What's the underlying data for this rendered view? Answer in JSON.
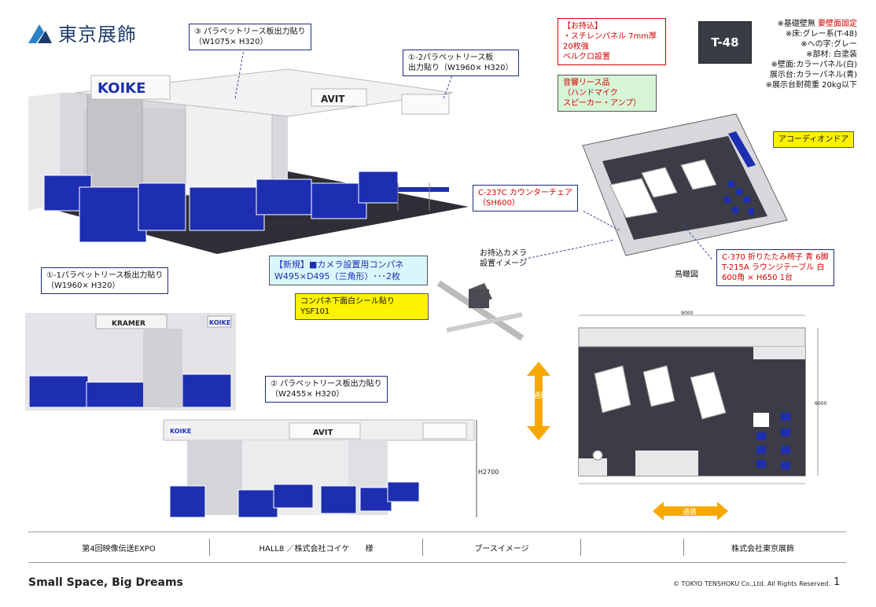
{
  "logo": {
    "text": "東京展飾"
  },
  "callouts": {
    "parapet3": {
      "title": "③ パラペットリース板出力貼り",
      "size": "（W1075× H320）"
    },
    "parapet1_2": {
      "title": "①-2パラペットリース板",
      "size": "出力貼り（W1960× H320）"
    },
    "parapet1_1": {
      "title": "①-1パラペットリース板出力貼り",
      "size": "（W1960× H320）"
    },
    "parapet2": {
      "title": "② パラペットリース板出力貼り",
      "size": "（W2455× H320）"
    },
    "new_panel": {
      "line1": "【新規】■カメラ設置用コンパネ",
      "line2": "W495×D495（三角形）･･･2枚"
    },
    "sticker": {
      "line1": "コンパネ下面白シール貼り",
      "line2": "YSF101"
    },
    "camera": {
      "line1": "お持込カメラ",
      "line2": "設置イメージ"
    },
    "chair": {
      "line1": "C-237C カウンターチェア",
      "line2": "（SH600）"
    },
    "folding": {
      "line1": "C-370 折りたたみ椅子 青 6脚",
      "line2": "T-215A ラウンジテーブル 白",
      "line3": "600角 × H650 1台"
    },
    "accordion": {
      "label": "アコーディオンドア"
    },
    "birdseye": {
      "label": "鳥瞰図"
    }
  },
  "bring_in": {
    "title": "【お持込】",
    "line1": "・スチレンパネル 7mm厚",
    "line2": "20枚強",
    "line3": "ベルクロ設置"
  },
  "sound": {
    "line1": "音響リース品",
    "line2": "（ハンドマイク",
    "line3": "スピーカー・アンプ）"
  },
  "swatch": {
    "label": "T-48"
  },
  "notes": {
    "line1a": "※基礎壁無 ",
    "line1b": "要壁面固定",
    "line2": "※床:グレー系(T-48)",
    "line3": "※への字:グレー",
    "line4": "※部材: 白塗装",
    "line5": "※壁面:カラーパネル(白)",
    "line6": "展示台:カラーパネル(青)",
    "line7": "※展示台耐荷重 20kg以下"
  },
  "renders": {
    "brand_koike": "KOIKE",
    "brand_kramer": "KRAMER",
    "brand_avit": "AVIT",
    "height_label": "H2700"
  },
  "plan": {
    "dim_total": "9000",
    "dim_side": "6000"
  },
  "aisle": {
    "label": "通路"
  },
  "footer": {
    "event": "第4回映像伝送EXPO",
    "hall": "HALL8 ／株式会社コイケ　　様",
    "title": "ブースイメージ",
    "blank": "",
    "company": "株式会社東京展飾"
  },
  "tagline": "Small Space, Big Dreams",
  "copyright": "© TOKYO TENSHOKU Co.,Ltd. All Rights Reserved.",
  "page_number": "1",
  "colors": {
    "navy": "#1f2a7a",
    "booth_blue": "#1d2fb0",
    "yellow": "#fff200",
    "orange": "#f6a800",
    "floor": "#3c3c46"
  }
}
